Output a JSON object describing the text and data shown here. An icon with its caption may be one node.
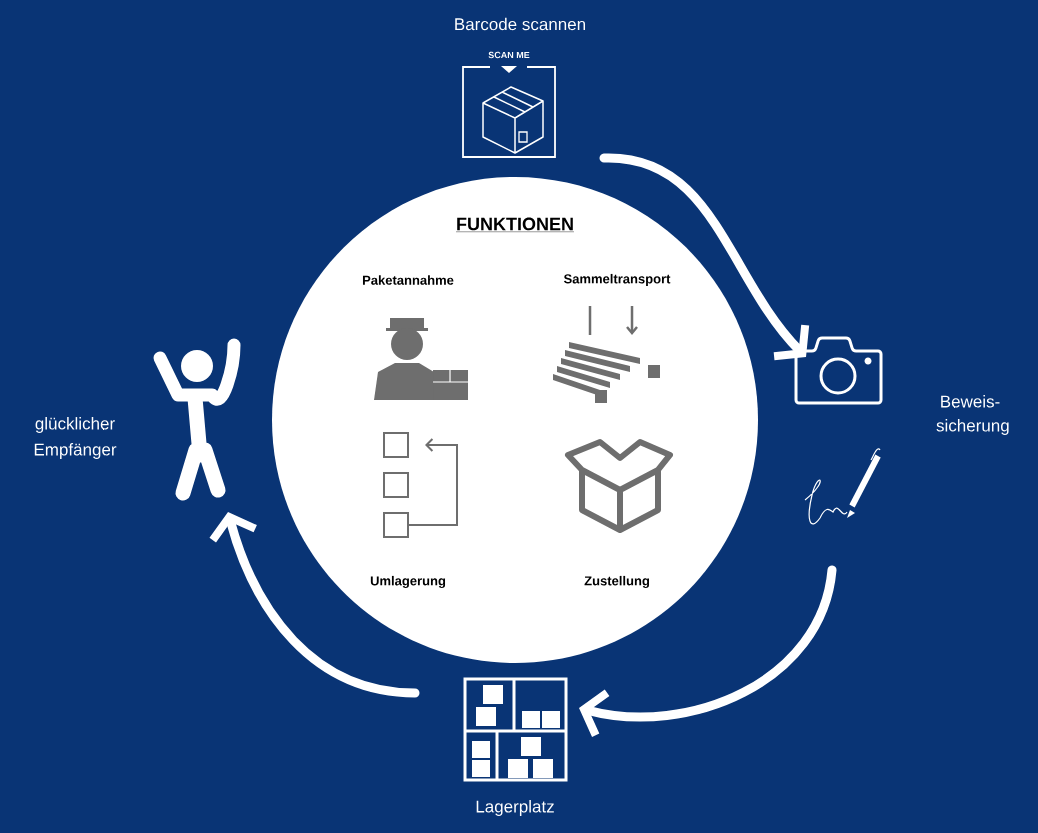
{
  "diagram": {
    "nodes": [
      {
        "text": [
          "FUNKTIONEN"
        ]
      },
      {
        "text": [
          "Paketannahme"
        ],
        "in": 0
      },
      {
        "text": [
          "Sammeltransport"
        ],
        "in": 0
      },
      {
        "text": [
          "Umlagerung"
        ],
        "in": 0
      },
      {
        "text": [
          "Zustellung"
        ],
        "in": 0
      },
      {
        "text": [
          "Barcode scannen"
        ]
      },
      {
        "text": [
          "Beweis-sicherung"
        ]
      },
      {
        "text": [
          "Lagerplatz"
        ]
      },
      {
        "text": [
          "glücklicher Empfänger"
        ]
      }
    ],
    "edges": [
      {
        "from": 5,
        "to": 6,
        "arrow": "to"
      },
      {
        "from": 6,
        "to": 7,
        "arrow": "to"
      },
      {
        "from": 7,
        "to": 8,
        "arrow": "to"
      }
    ],
    "labels": [
      "SCAN ME"
    ]
  }
}
